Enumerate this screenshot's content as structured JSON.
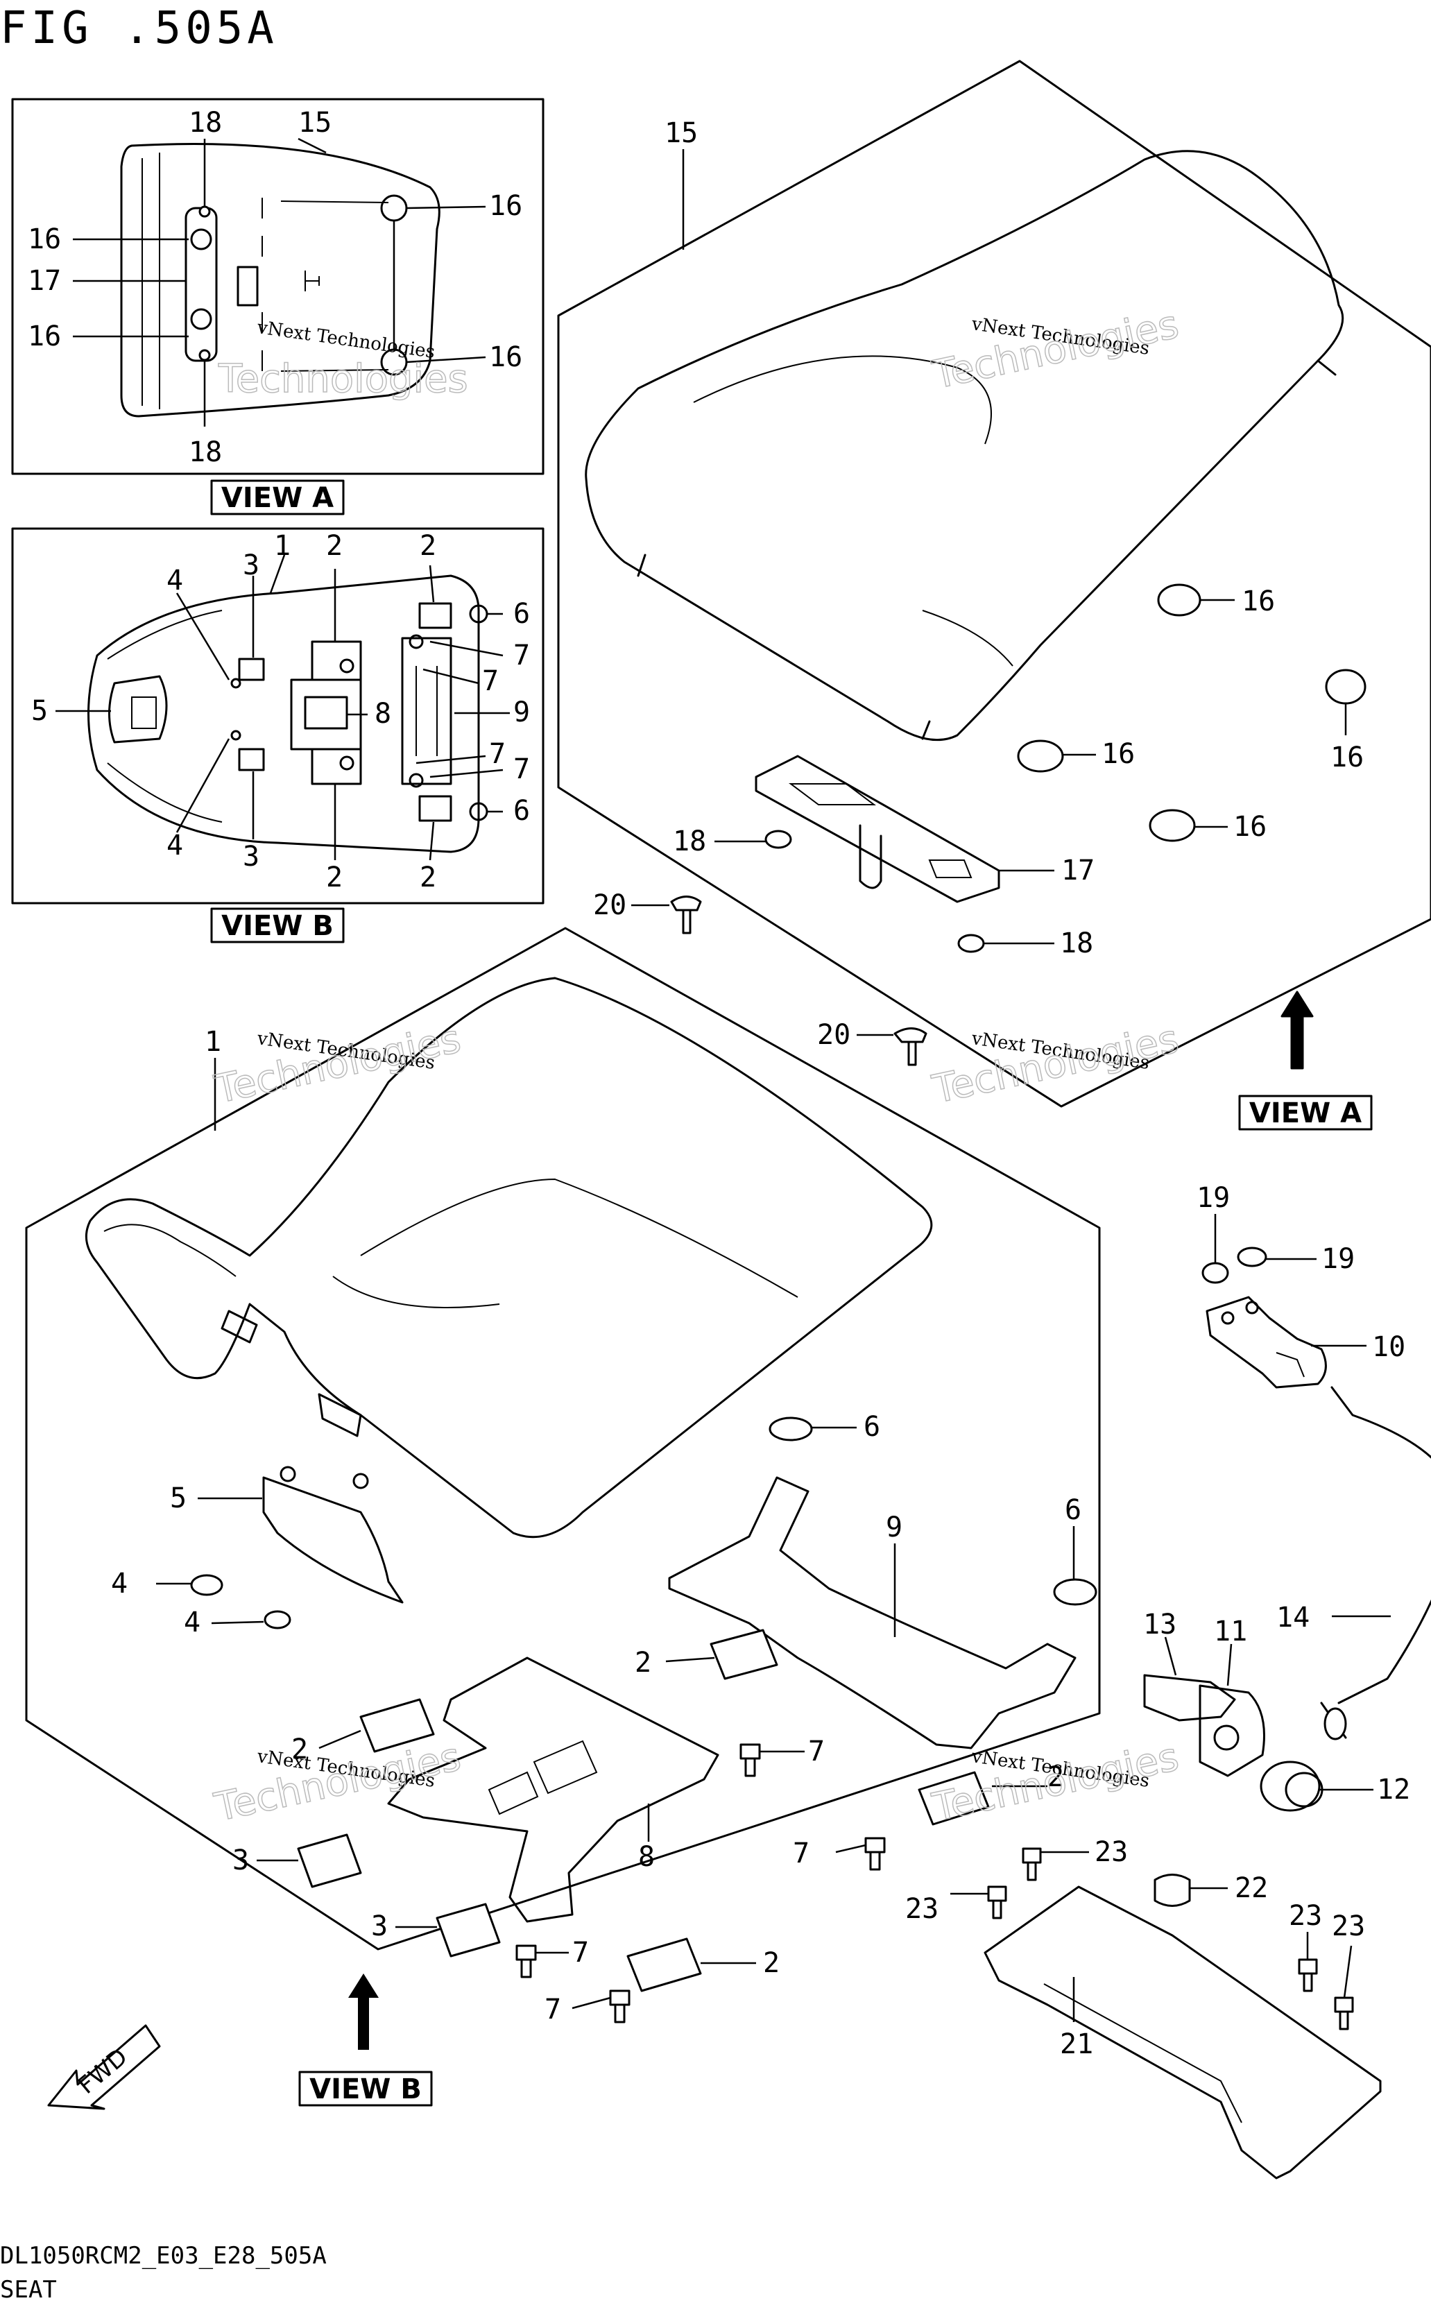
{
  "figure": {
    "title": "FIG .505A",
    "footer_code": "DL1050RCM2_E03_E28_505A",
    "footer_name": "SEAT"
  },
  "views": {
    "view_a": "VIEW A",
    "view_b": "VIEW B",
    "fwd": "FWD"
  },
  "watermark": {
    "line1": "vNext Technologies",
    "line2": "vNext",
    "line3": "Technologies"
  },
  "callouts": {
    "view_a_box": [
      "18",
      "15",
      "16",
      "17",
      "16",
      "16",
      "16",
      "18"
    ],
    "view_b_box": [
      "1",
      "3",
      "2",
      "2",
      "4",
      "6",
      "7",
      "7",
      "5",
      "8",
      "9",
      "7",
      "7",
      "4",
      "6",
      "3",
      "2",
      "2"
    ],
    "rear_seat": [
      "15",
      "16",
      "16",
      "16",
      "16",
      "17",
      "18",
      "18",
      "20",
      "20"
    ],
    "front_seat": [
      "1",
      "5",
      "4",
      "4",
      "6",
      "6",
      "9",
      "2",
      "2",
      "2",
      "2",
      "3",
      "3",
      "8",
      "7",
      "7",
      "7",
      "7"
    ],
    "lock_assembly": [
      "19",
      "19",
      "10",
      "14",
      "13",
      "11",
      "12"
    ],
    "bracket": [
      "22",
      "23",
      "23",
      "23",
      "23",
      "21"
    ]
  }
}
